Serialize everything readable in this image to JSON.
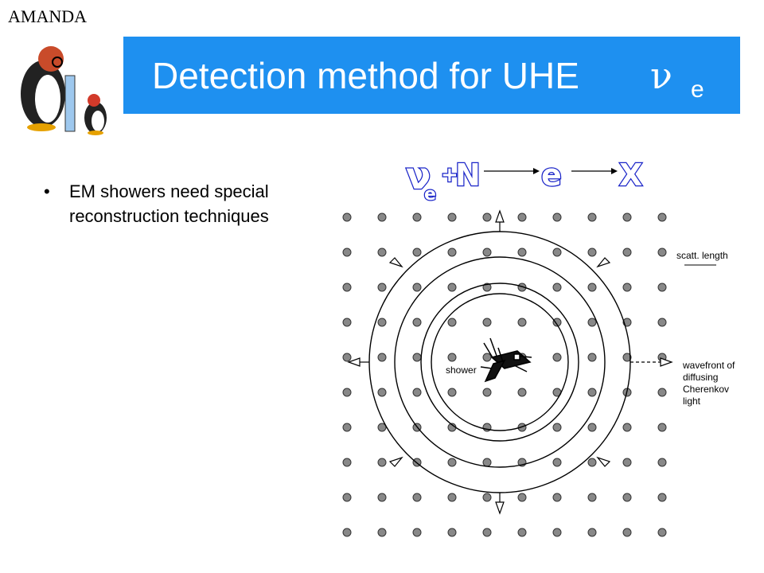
{
  "logo": {
    "text": "AMANDA",
    "icon": "penguin-scientist-icon"
  },
  "title": {
    "main": "Detection method for UHE",
    "symbol": "ν",
    "subscript": "e"
  },
  "bullets": [
    "EM showers need special reconstruction techniques"
  ],
  "equation": {
    "nu": "ν",
    "nu_sub": "e",
    "plus": "+",
    "N": "N",
    "e": "e",
    "X": "X"
  },
  "diagram": {
    "labels": {
      "scatt": "scatt. length",
      "wave1": "wavefront of",
      "wave2": "diffusing",
      "wave3": "Cherenkov",
      "wave4": "light",
      "shower": "shower"
    }
  },
  "colors": {
    "title_bg": "#1e90f0",
    "equation_stroke": "#1a24c8",
    "dots": "#888888"
  }
}
